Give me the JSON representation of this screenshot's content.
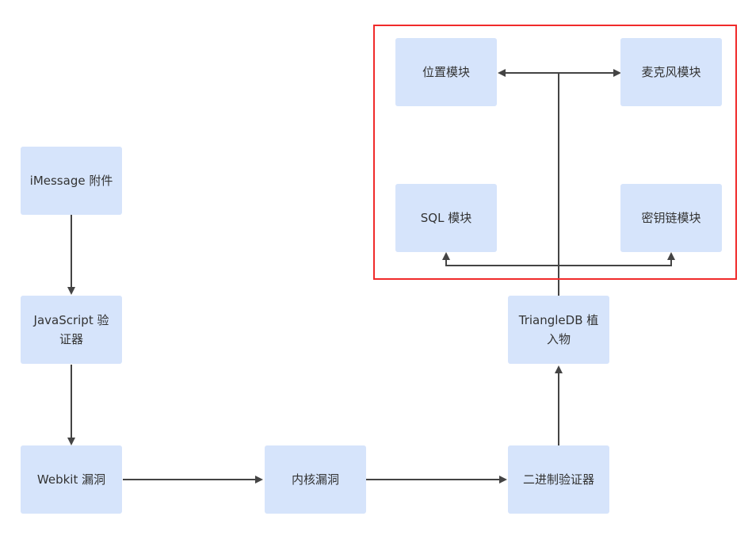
{
  "diagram": {
    "nodes": {
      "imessage": "iMessage 附件",
      "js_validator": "JavaScript 验证器",
      "webkit": "Webkit 漏洞",
      "kernel": "内核漏洞",
      "binary_validator": "二进制验证器",
      "triangledb": "TriangleDB 植入物",
      "location": "位置模块",
      "microphone": "麦克风模块",
      "sql": "SQL 模块",
      "keychain": "密钥链模块"
    },
    "edges": [
      {
        "from": "imessage",
        "to": "js_validator"
      },
      {
        "from": "js_validator",
        "to": "webkit"
      },
      {
        "from": "webkit",
        "to": "kernel"
      },
      {
        "from": "kernel",
        "to": "binary_validator"
      },
      {
        "from": "binary_validator",
        "to": "triangledb"
      },
      {
        "from": "triangledb",
        "to": "location"
      },
      {
        "from": "triangledb",
        "to": "microphone"
      },
      {
        "from": "triangledb",
        "to": "sql"
      },
      {
        "from": "triangledb",
        "to": "keychain"
      }
    ],
    "colors": {
      "node_fill": "#d6e4fb",
      "edge": "#444444",
      "highlight": "#f02a2a"
    }
  }
}
